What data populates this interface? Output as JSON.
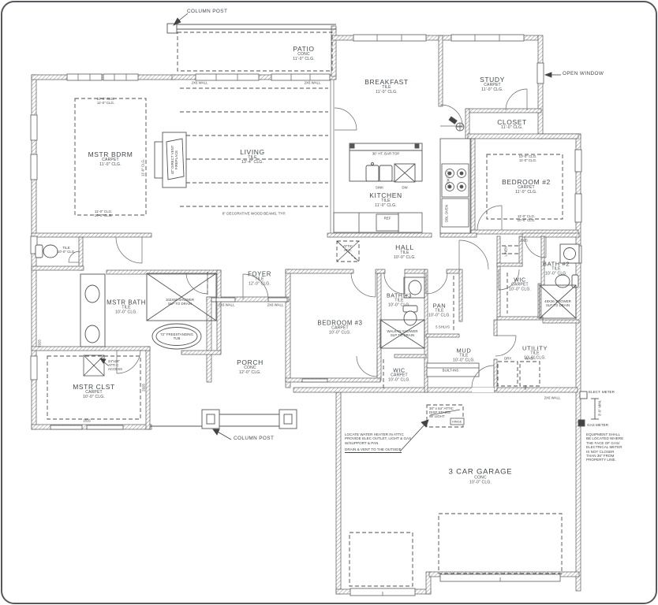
{
  "rooms": {
    "patio": {
      "name": "PATIO",
      "finish": "CONC",
      "ceil": "11'-0\" CLG."
    },
    "mstr_bdrm": {
      "name": "MSTR BDRM",
      "finish": "CARPET",
      "ceil": "11'-0\" CLG."
    },
    "living": {
      "name": "LIVING",
      "finish": "TILE",
      "ceil": "13'-4\" CLG."
    },
    "breakfast": {
      "name": "BREAKFAST",
      "finish": "TILE",
      "ceil": "11'-0\" CLG."
    },
    "study": {
      "name": "STUDY",
      "finish": "CARPET",
      "ceil": "11'-0\" CLG."
    },
    "closet": {
      "name": "CLOSET",
      "ceil": "11'-0\" CLG."
    },
    "kitchen": {
      "name": "KITCHEN",
      "finish": "TILE",
      "ceil": "11'-0\" CLG."
    },
    "bedroom2": {
      "name": "BEDROOM #2",
      "finish": "CARPET",
      "ceil": "11'-0\" CLG."
    },
    "hall": {
      "name": "HALL",
      "finish": "TILE",
      "ceil": "10'-0\" CLG."
    },
    "bath2": {
      "name": "BATH #2",
      "finish": "TILE",
      "ceil": "10'-0\" CLG."
    },
    "wic2": {
      "name": "WIC",
      "finish": "CARPET",
      "ceil": "10'-0\" CLG."
    },
    "linen": {
      "name": "LINEN"
    },
    "mstr_bath": {
      "name": "MSTR BATH",
      "finish": "TILE",
      "ceil": "10'-0\" CLG."
    },
    "mstr_toilet": {
      "finish": "TILE",
      "ceil": "10'-0\" CLG."
    },
    "mstr_clst": {
      "name": "MSTR CLST",
      "finish": "CARPET",
      "ceil": "10'-0\" CLG."
    },
    "foyer": {
      "name": "FOYER",
      "finish": "TILE",
      "ceil": "12'-0\" CLG."
    },
    "porch": {
      "name": "PORCH",
      "finish": "CONC",
      "ceil": "12'-0\" CLG."
    },
    "bedroom3": {
      "name": "BEDROOM #3",
      "finish": "CARPET",
      "ceil": "10'-0\" CLG."
    },
    "bath3": {
      "name": "BATH #3",
      "finish": "TILE",
      "ceil": "10'-0\" CLG."
    },
    "pan": {
      "name": "PAN",
      "finish": "TILE",
      "ceil": "10'-0\" CLG.",
      "extra": "5 SHLVS"
    },
    "wic3": {
      "name": "WIC",
      "finish": "CARPET",
      "ceil": "10'-0\" CLG."
    },
    "mud": {
      "name": "MUD",
      "finish": "TILE",
      "ceil": "10'-0\" CLG."
    },
    "utility": {
      "name": "UTILITY",
      "finish": "TILE",
      "ceil": "10'-0\" CLG."
    },
    "garage": {
      "name": "3 CAR GARAGE",
      "finish": "CONC",
      "ceil": "10'-0\" CLG."
    }
  },
  "tray": {
    "mstr_top": [
      "10'-0\" CLG.",
      "11'-0\" CLG."
    ],
    "mstr_bottom": [
      "11'-0\" CLG.",
      "10'-0\" CLG."
    ],
    "bed2_top": [
      "10'-0\" CLG.",
      "11'-0\" CLG."
    ],
    "bed2_bottom": [
      "11'-0\" CLG.",
      "10'-0\" CLG."
    ]
  },
  "fixtures": {
    "bar_top": "36\" HT. BAR TOP",
    "sink": "SINK",
    "dw": "DW",
    "ref": "REF",
    "cooktop": "COOKTOP",
    "dbl_oven": "DBL OVEN",
    "fireplace": [
      "42\" DIRECT VENT",
      "FIREPLACE"
    ],
    "tub": [
      "72\" FREESTANDING",
      "TUB"
    ],
    "shower_mstr": [
      "102X60 SHOWER",
      "SLP TO DRAIN"
    ],
    "shower_bath3": [
      "WALK-IN SHOWER",
      "SLP TO DRAIN"
    ],
    "shower_bath2": [
      "48X36 SHOWER",
      "SLP TO DRAIN"
    ],
    "built_ins": "BUILT-INS",
    "dry": "DRY.",
    "wash": "WASH",
    "attic_acc": [
      "ATTIC",
      "ACC."
    ],
    "attic_access": [
      "24\"x24\"",
      "ATTI C",
      "ACCESS"
    ],
    "attic_stairs": [
      "30\" x 54\" ATTIC",
      "DISP STAIRS",
      "W/ LIGHT"
    ],
    "hinge": "HINGE"
  },
  "callouts": {
    "column_post": "COLUMN POST",
    "open_window": "OPEN WINDOW",
    "wall_2x6": "2X6 WALL",
    "beams": "8\" DECORATIVE WOOD BEAMS, TYP.",
    "elect_meter": "ELECT. METER",
    "gas_meter": "GAS METER",
    "meter_min": "3'-0\" MIN."
  },
  "notes": {
    "water_heater": [
      "LOCATE WATER HEATER IN ATTIC",
      "PROVIDE ELEC OUTLET, LIGHT & GAS",
      "W/SUPPORT & PAN.",
      "DRAIN & VENT TO THE OUTSIDE"
    ],
    "equipment": [
      "EQUIPMENT SHALL",
      "BE LOCATED WHERE",
      "THE FACE OF GAS/",
      "ELECTRICAL METER",
      "IS NOT CLOSER",
      "THAN 36\" FROM",
      "PROPERTY LINE."
    ]
  },
  "dims": {
    "a": "2925",
    "b": "1815"
  }
}
